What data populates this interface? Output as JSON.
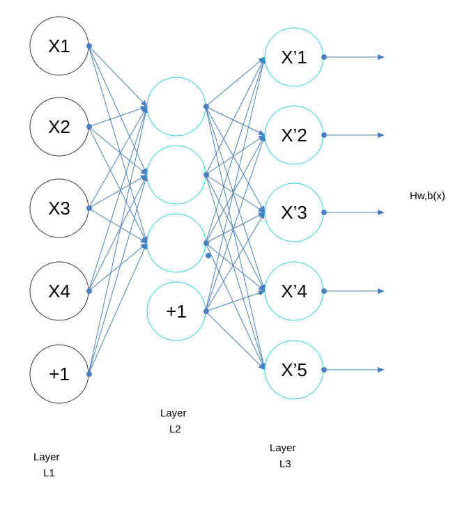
{
  "colors": {
    "input_node_stroke": "#333333",
    "hidden_node_stroke": "#33ccdd",
    "output_node_stroke": "#33ccdd",
    "edge": "#4a7fc1"
  },
  "layer1": {
    "label_line1": "Layer",
    "label_line2": "L1",
    "nodes": [
      "X1",
      "X2",
      "X3",
      "X4",
      "+1"
    ]
  },
  "layer2": {
    "label_line1": "Layer",
    "label_line2": "L2",
    "nodes": [
      "",
      "",
      "",
      "+1"
    ]
  },
  "layer3": {
    "label_line1": "Layer",
    "label_line2": "L3",
    "nodes": [
      "X’1",
      "X’2",
      "X’3",
      "X’4",
      "X’5"
    ]
  },
  "output": {
    "label": "Hw,b(x)"
  }
}
